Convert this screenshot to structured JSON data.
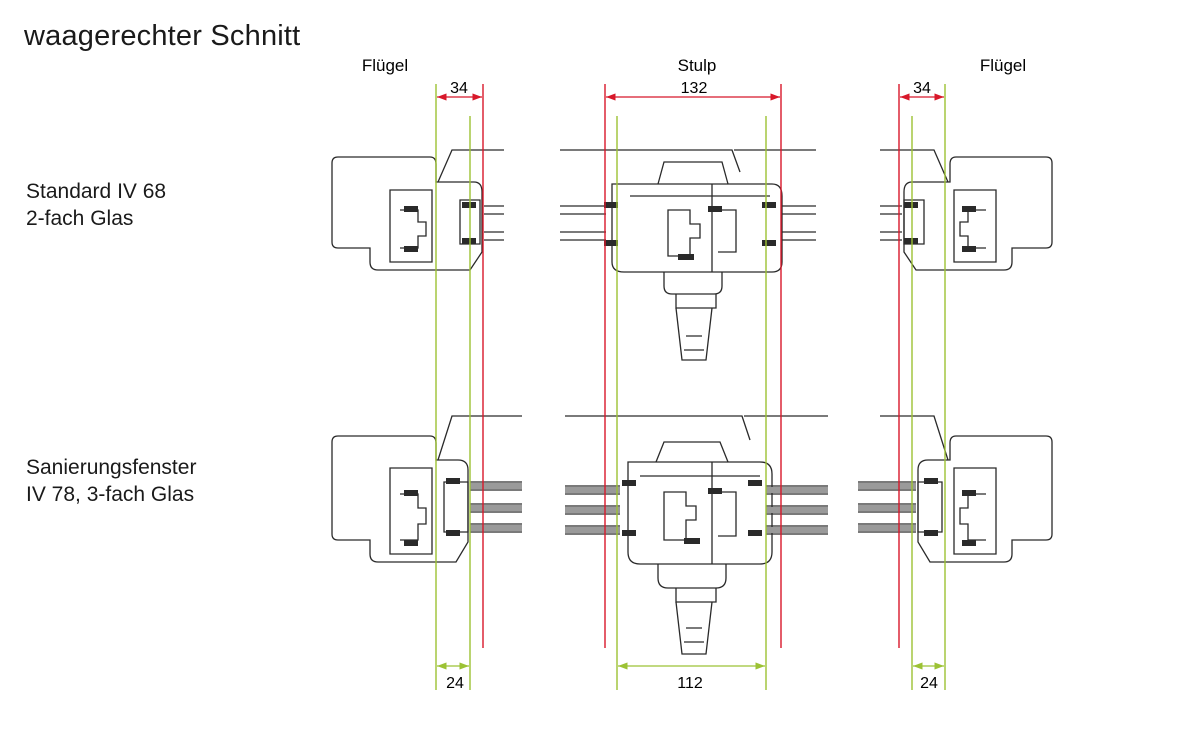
{
  "title": "waagerechter Schnitt",
  "columns": {
    "left": "Flügel",
    "middle": "Stulp",
    "right": "Flügel"
  },
  "rows": [
    {
      "line1": "Standard IV 68",
      "line2": "2-fach Glas"
    },
    {
      "line1": "Sanierungsfenster",
      "line2": "IV 78, 3-fach Glas"
    }
  ],
  "dimensions": {
    "top": [
      "34",
      "132",
      "34"
    ],
    "bottom": [
      "24",
      "112",
      "24"
    ]
  },
  "colors": {
    "red_line": "#d8182a",
    "green_line": "#9cc234",
    "profile_stroke": "#2a2a2a"
  }
}
